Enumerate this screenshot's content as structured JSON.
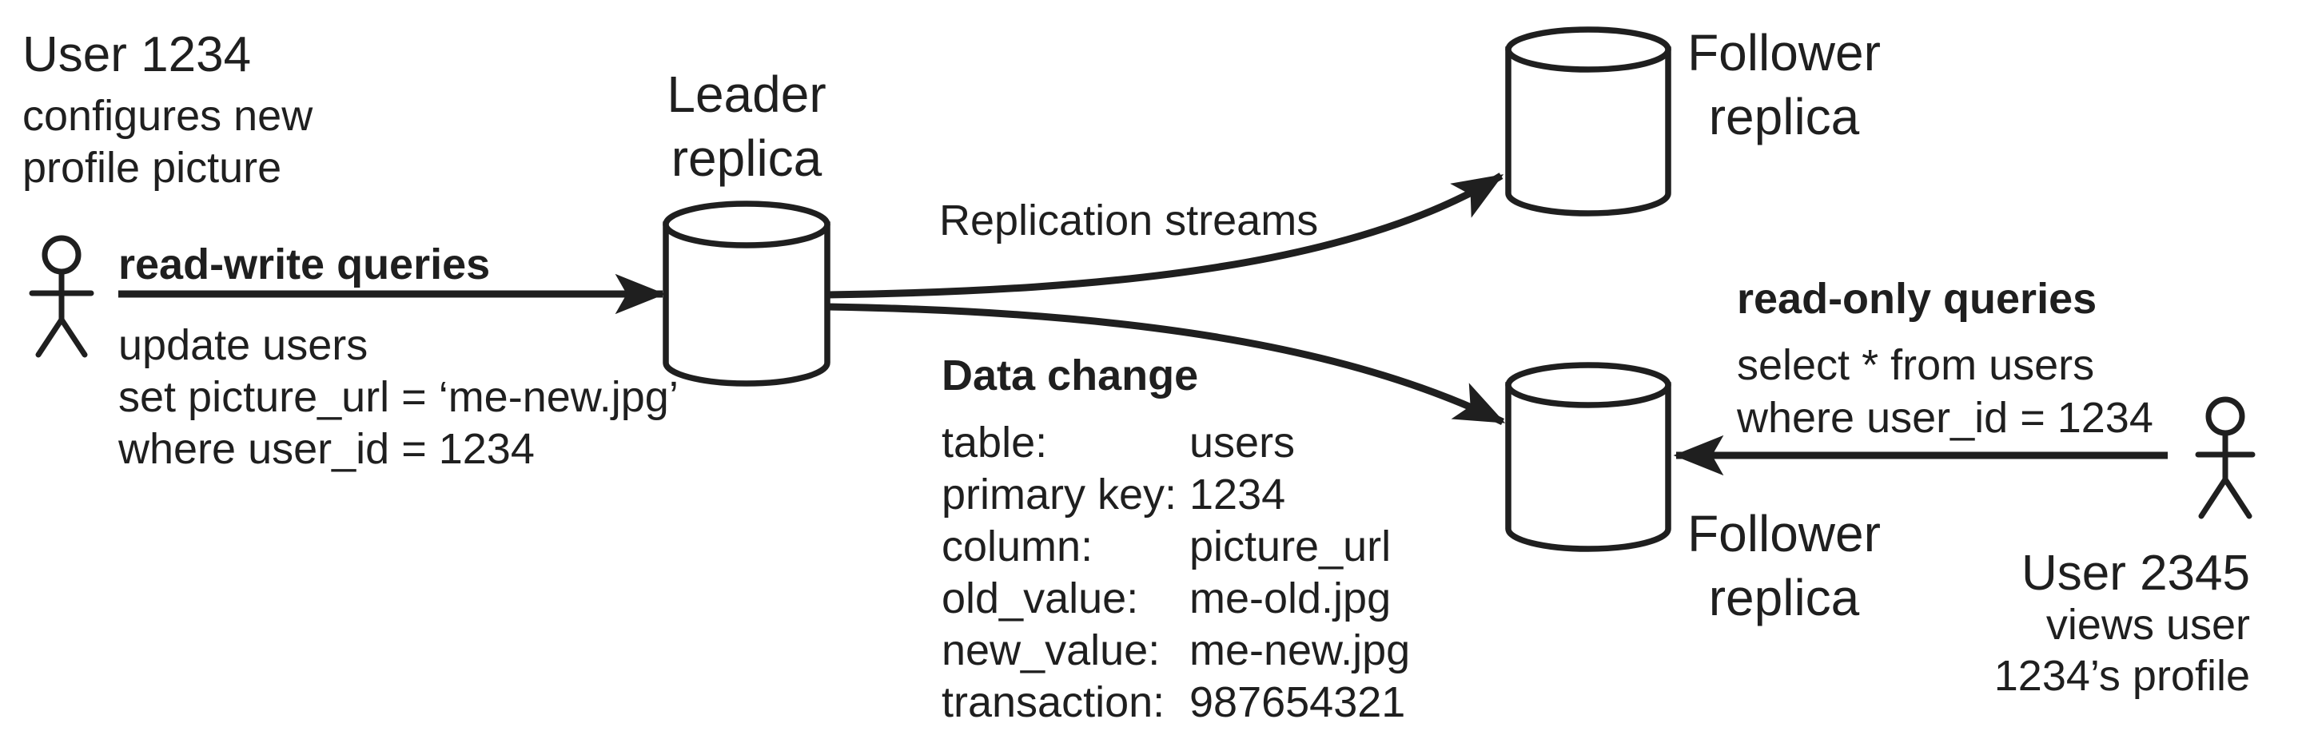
{
  "colors": {
    "ink": "#1f1f1f",
    "background": "#ffffff"
  },
  "left_user": {
    "title": "User 1234",
    "line1": "configures new",
    "line2": "profile picture"
  },
  "write_path": {
    "label": "read-write queries",
    "query1": "update users",
    "query2": "set picture_url = ‘me-new.jpg’",
    "query3": "where user_id = 1234"
  },
  "leader": {
    "line1": "Leader",
    "line2": "replica"
  },
  "replication": {
    "label": "Replication streams"
  },
  "data_change": {
    "title": "Data change",
    "rows": [
      {
        "key": "table:",
        "value": "users"
      },
      {
        "key": "primary key:",
        "value": "1234"
      },
      {
        "key": "column:",
        "value": "picture_url"
      },
      {
        "key": "old_value:",
        "value": "me-old.jpg"
      },
      {
        "key": "new_value:",
        "value": "me-new.jpg"
      },
      {
        "key": "transaction:",
        "value": "987654321"
      }
    ]
  },
  "follower_top": {
    "line1": "Follower",
    "line2": "replica"
  },
  "follower_bottom": {
    "line1": "Follower",
    "line2": "replica"
  },
  "read_path": {
    "label": "read-only queries",
    "query1": "select * from users",
    "query2": "where user_id = 1234"
  },
  "right_user": {
    "title": "User 2345",
    "line1": "views user",
    "line2": "1234’s profile"
  }
}
